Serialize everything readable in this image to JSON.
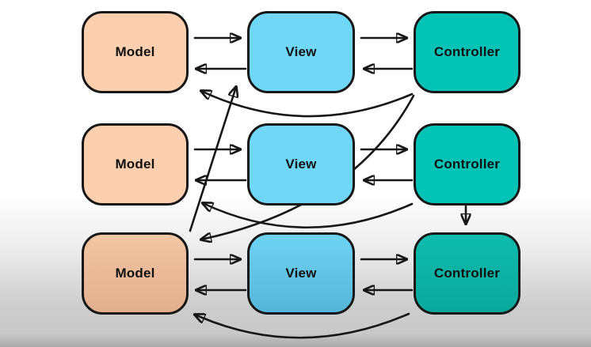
{
  "diagram_type": "mvc-three-tier-diagram",
  "rows": [
    {
      "boxes": [
        {
          "label": "Model"
        },
        {
          "label": "View"
        },
        {
          "label": "Controller"
        }
      ]
    },
    {
      "boxes": [
        {
          "label": "Model"
        },
        {
          "label": "View"
        },
        {
          "label": "Controller"
        }
      ]
    },
    {
      "boxes": [
        {
          "label": "Model"
        },
        {
          "label": "View"
        },
        {
          "label": "Controller"
        }
      ]
    }
  ],
  "colors": {
    "model_fill": "#fccfae",
    "view_fill": "#70d7f8",
    "controller_fill": "#02c3b6",
    "stroke": "#171717",
    "background_top": "#ffffff",
    "background_bottom": "#c9c9c9"
  },
  "connections": [
    {
      "from": "model-row1",
      "to": "view-row1",
      "style": "straight-right"
    },
    {
      "from": "view-row1",
      "to": "model-row1",
      "style": "straight-left"
    },
    {
      "from": "view-row1",
      "to": "controller-row1",
      "style": "straight-right"
    },
    {
      "from": "controller-row1",
      "to": "view-row1",
      "style": "straight-left"
    },
    {
      "from": "model-row2",
      "to": "view-row2",
      "style": "straight-right"
    },
    {
      "from": "view-row2",
      "to": "model-row2",
      "style": "straight-left"
    },
    {
      "from": "view-row2",
      "to": "controller-row2",
      "style": "straight-right"
    },
    {
      "from": "controller-row2",
      "to": "view-row2",
      "style": "straight-left"
    },
    {
      "from": "model-row3",
      "to": "view-row3",
      "style": "straight-right"
    },
    {
      "from": "view-row3",
      "to": "model-row3",
      "style": "straight-left"
    },
    {
      "from": "view-row3",
      "to": "controller-row3",
      "style": "straight-right"
    },
    {
      "from": "controller-row3",
      "to": "view-row3",
      "style": "straight-left"
    },
    {
      "from": "controller-row1",
      "to": "model-row1",
      "style": "arc-below-row"
    },
    {
      "from": "controller-row2",
      "to": "model-row2",
      "style": "arc-below-row"
    },
    {
      "from": "controller-row3",
      "to": "model-row3",
      "style": "arc-below-row"
    },
    {
      "from": "model-row3",
      "to": "view-row1",
      "style": "diagonal-up"
    },
    {
      "from": "controller-row1",
      "to": "model-row3",
      "style": "long-curve-down"
    },
    {
      "from": "controller-row2",
      "to": "controller-row3",
      "style": "vertical-down"
    }
  ]
}
